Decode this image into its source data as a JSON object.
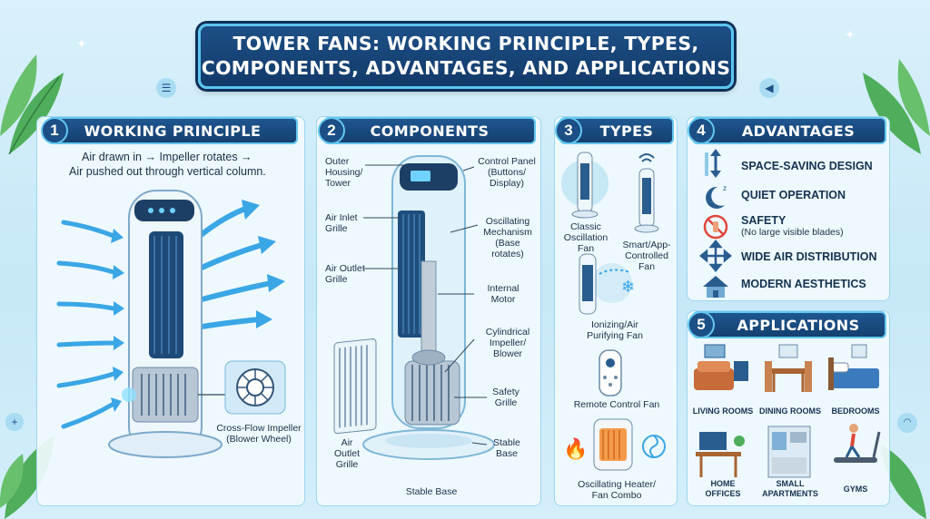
{
  "title": {
    "line1": "TOWER FANS: WORKING PRINCIPLE, TYPES,",
    "line2": "COMPONENTS, ADVANTAGES, AND APPLICATIONS"
  },
  "working_principle": {
    "number": "1",
    "title": "WORKING PRINCIPLE",
    "desc_line1": "Air drawn in → Impeller rotates →",
    "desc_line2": "Air pushed out through vertical column.",
    "callout_line1": "Cross-Flow Impeller",
    "callout_line2": "(Blower Wheel)"
  },
  "components": {
    "number": "2",
    "title": "COMPONENTS",
    "outer_housing": [
      "Outer",
      "Housing/",
      "Tower"
    ],
    "air_inlet": [
      "Air Inlet",
      "Grille"
    ],
    "air_outlet": [
      "Air Outlet",
      "Grille"
    ],
    "air_outlet_2": [
      "Air",
      "Outlet",
      "Grille"
    ],
    "control_panel": [
      "Control Panel",
      "(Buttons/",
      "Display)"
    ],
    "oscillating": [
      "Oscillating",
      "Mechanism",
      "(Base",
      "rotates)"
    ],
    "internal_motor": [
      "Internal",
      "Motor"
    ],
    "impeller": [
      "Cylindrical",
      "Impeller/",
      "Blower"
    ],
    "safety": [
      "Safety",
      "Grille"
    ],
    "stable_base_right": [
      "Stable",
      "Base"
    ],
    "stable_base_bottom": "Stable Base"
  },
  "types": {
    "number": "3",
    "title": "TYPES",
    "classic": [
      "Classic",
      "Oscillation",
      "Fan"
    ],
    "smart": [
      "Smart/App-",
      "Controlled",
      "Fan"
    ],
    "ionizing": [
      "Ionizing/Air",
      "Purifying Fan"
    ],
    "remote": "Remote Control Fan",
    "heater": [
      "Oscillating Heater/",
      "Fan Combo"
    ]
  },
  "advantages": {
    "number": "4",
    "title": "ADVANTAGES",
    "items": [
      {
        "label": "SPACE-SAVING DESIGN",
        "icon": "vertical-arrows-icon"
      },
      {
        "label": "QUIET OPERATION",
        "icon": "moon-sleep-icon"
      },
      {
        "label": "SAFETY",
        "sub": "(No large visible blades)",
        "icon": "no-touch-icon"
      },
      {
        "label": "WIDE AIR DISTRIBUTION",
        "icon": "four-arrows-icon"
      },
      {
        "label": "MODERN AESTHETICS",
        "icon": "house-icon"
      }
    ]
  },
  "applications": {
    "number": "5",
    "title": "APPLICATIONS",
    "items": [
      {
        "label": "LIVING ROOMS"
      },
      {
        "label": "DINING ROOMS"
      },
      {
        "label": "BEDROOMS"
      },
      {
        "label": "HOME\nOFFICES",
        "l1": "HOME",
        "l2": "OFFICES"
      },
      {
        "label": "SMALL\nAPARTMENTS",
        "l1": "SMALL",
        "l2": "APARTMENTS"
      },
      {
        "label": "GYMS"
      }
    ]
  },
  "colors": {
    "header_navy": "#14406f",
    "accent_cyan": "#64c7ee",
    "arrow_blue": "#3aa6e6",
    "leaf_green": "#4fae5c",
    "background": "#cfeaf7"
  }
}
